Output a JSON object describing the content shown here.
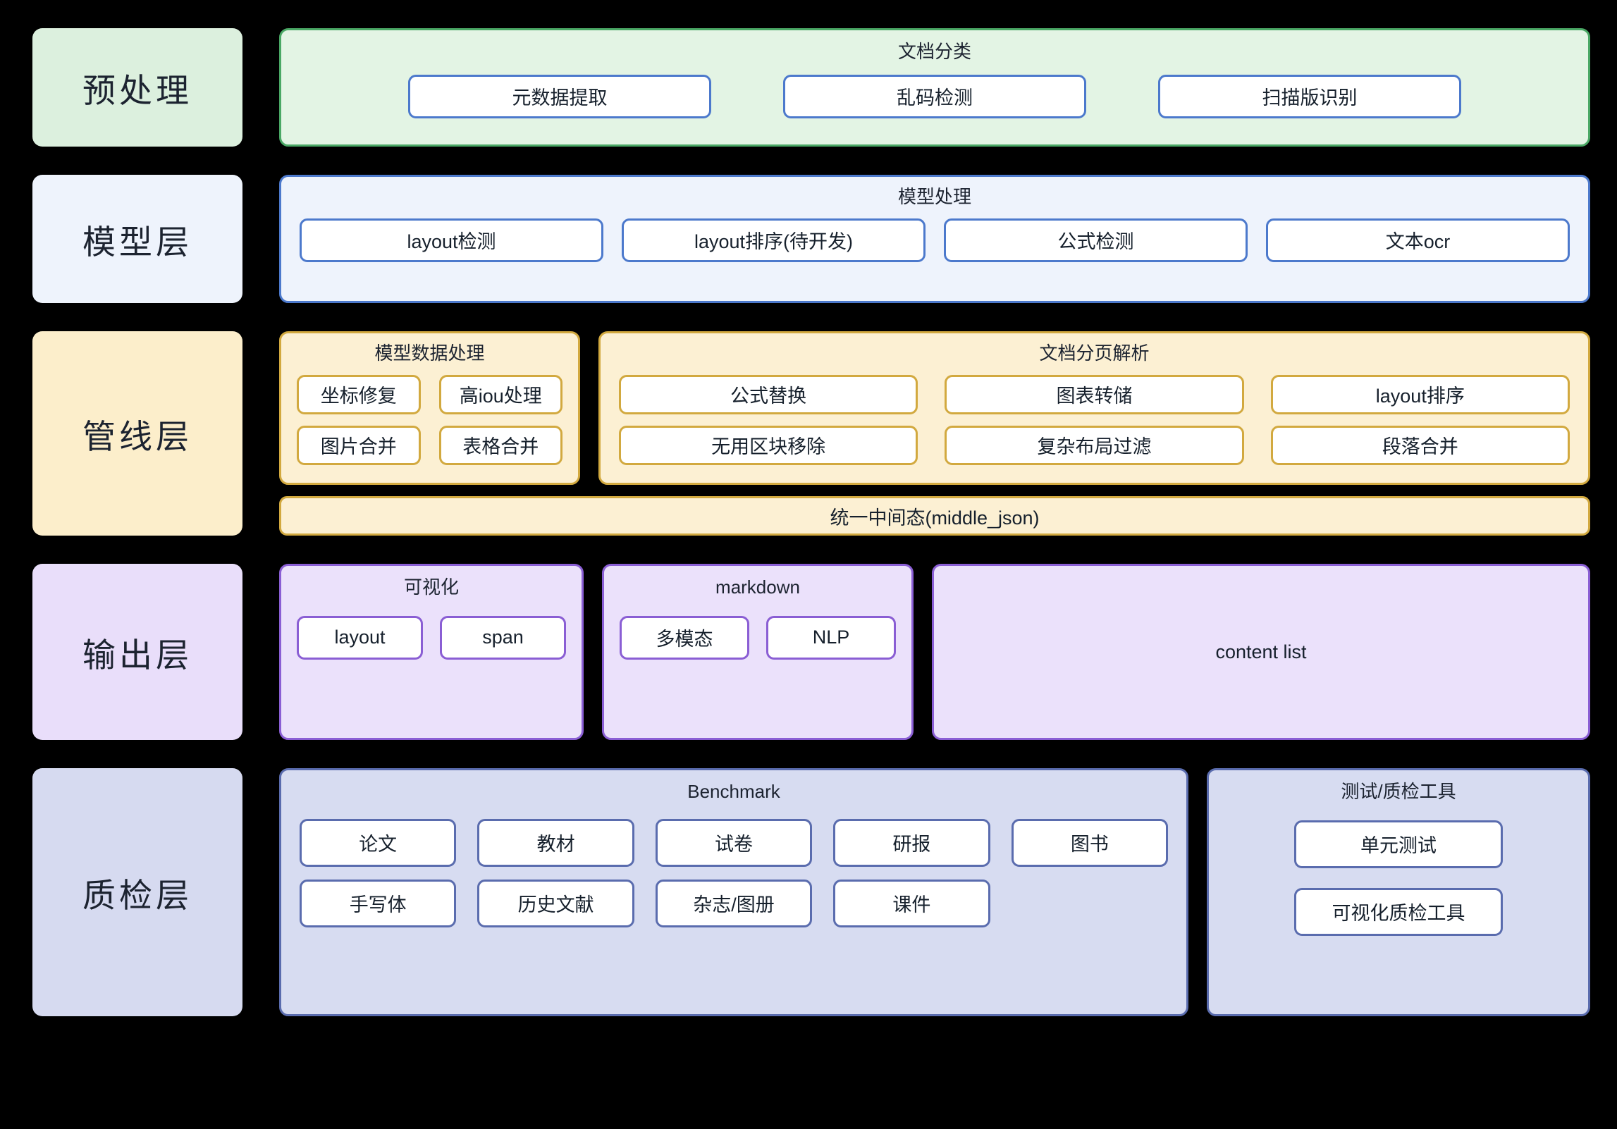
{
  "colors": {
    "background": "#000000",
    "preprocess_fill": "#e3f4e4",
    "preprocess_border": "#4aa865",
    "model_fill": "#eef3fc",
    "model_border": "#4c79cc",
    "pipeline_fill": "#fcf0d3",
    "pipeline_border": "#d2a93f",
    "output_fill": "#ebe1fb",
    "output_border": "#8a5ed4",
    "qa_fill": "#d7dcf1",
    "qa_border": "#5a6cae",
    "chip_fill": "#ffffff",
    "text": "#16202c"
  },
  "layers": {
    "preprocess": {
      "label": "预处理",
      "panel_title": "文档分类",
      "items": [
        "元数据提取",
        "乱码检测",
        "扫描版识别"
      ]
    },
    "model": {
      "label": "模型层",
      "panel_title": "模型处理",
      "items": [
        "layout检测",
        "layout排序(待开发)",
        "公式检测",
        "文本ocr"
      ]
    },
    "pipeline": {
      "label": "管线层",
      "model_data": {
        "title": "模型数据处理",
        "row1": [
          "坐标修复",
          "高iou处理"
        ],
        "row2": [
          "图片合并",
          "表格合并"
        ]
      },
      "page_parse": {
        "title": "文档分页解析",
        "row1": [
          "公式替换",
          "图表转储",
          "layout排序"
        ],
        "row2": [
          "无用区块移除",
          "复杂布局过滤",
          "段落合并"
        ]
      },
      "middle_state": "统一中间态(middle_json)"
    },
    "output": {
      "label": "输出层",
      "visualization": {
        "title": "可视化",
        "items": [
          "layout",
          "span"
        ]
      },
      "markdown": {
        "title": "markdown",
        "items": [
          "多模态",
          "NLP"
        ]
      },
      "content_list": "content list"
    },
    "qa": {
      "label": "质检层",
      "benchmark": {
        "title": "Benchmark",
        "row1": [
          "论文",
          "教材",
          "试卷",
          "研报",
          "图书"
        ],
        "row2": [
          "手写体",
          "历史文献",
          "杂志/图册",
          "课件",
          ""
        ]
      },
      "tools": {
        "title": "测试/质检工具",
        "items": [
          "单元测试",
          "可视化质检工具"
        ]
      }
    }
  }
}
